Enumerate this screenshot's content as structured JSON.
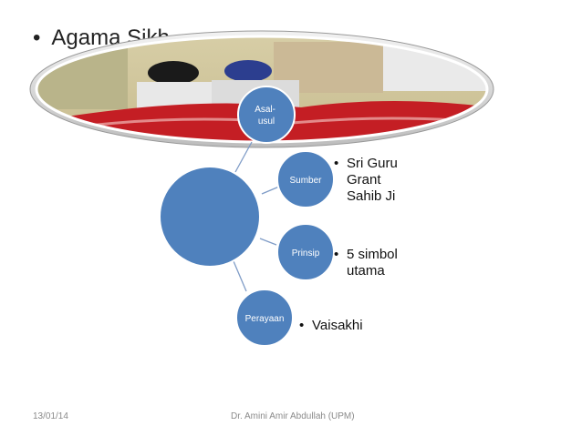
{
  "slide": {
    "title": "Agama Sikh",
    "photo_desc": "photo-of-sikh-men-in-turbans",
    "nodes": {
      "asal_usul": "Asal-\nusul",
      "sumber": "Sumber",
      "prinsip": "Prinsip",
      "perayaan": "Perayaan"
    },
    "bullets": {
      "sumber": [
        "Sri Guru",
        "Grant",
        "Sahib Ji"
      ],
      "prinsip": [
        "5 simbol",
        "utama"
      ],
      "perayaan": [
        "Vaisakhi"
      ]
    },
    "colors": {
      "node_fill": "#4f81bd",
      "node_stroke": "#ffffff",
      "connector": "#7f9cc7"
    }
  },
  "footer": {
    "date": "13/01/14",
    "author": "Dr. Amini Amir Abdullah (UPM)"
  }
}
